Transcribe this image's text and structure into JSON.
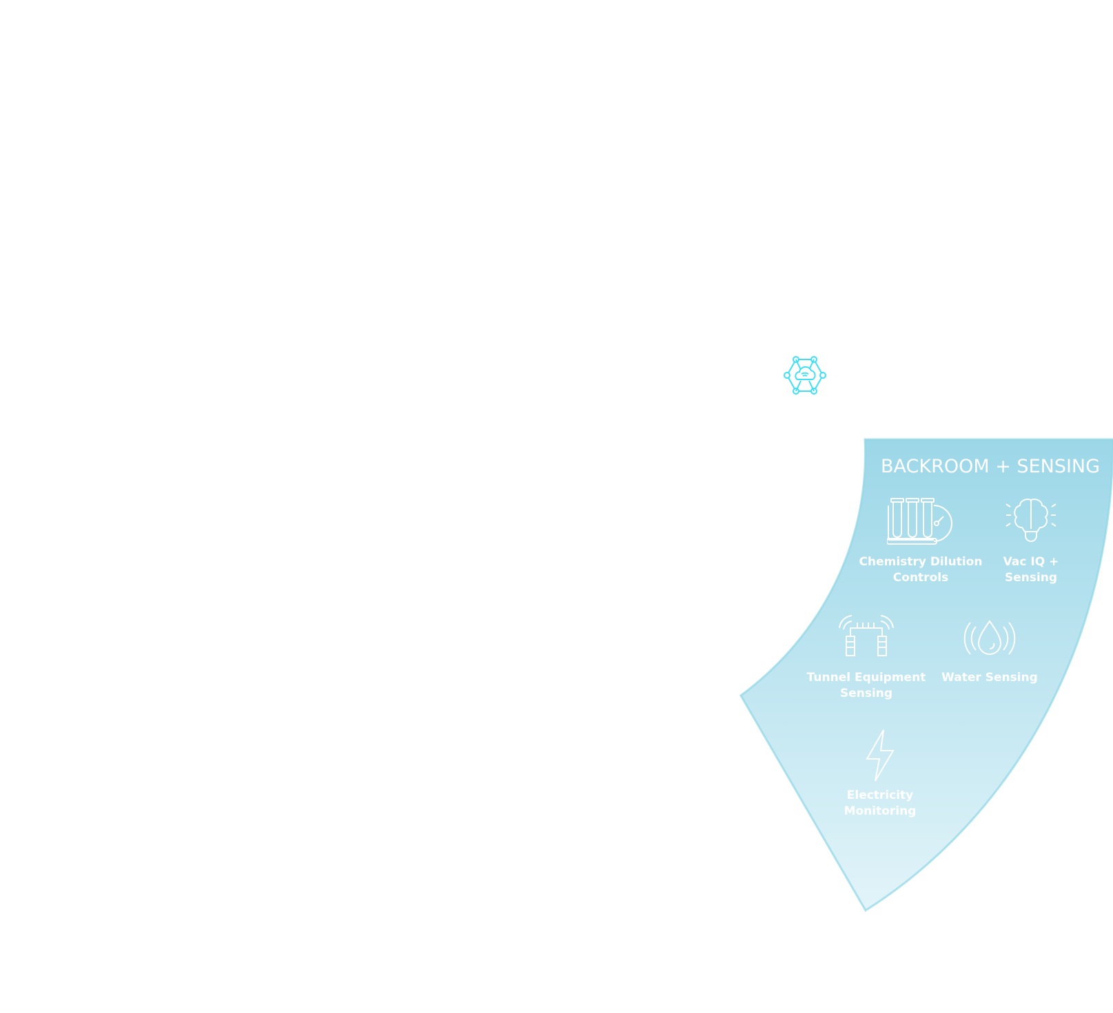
{
  "segment": {
    "title": "BACKROOM + SENSING",
    "colors": {
      "top": "#9cd7e8",
      "bottom": "#dff2f8",
      "border": "#74cde1",
      "hub_icon": "#3ee0f5"
    },
    "items": [
      {
        "label_line1": "Chemistry Dilution",
        "label_line2": "Controls",
        "icon": "test-tubes-gauge-icon"
      },
      {
        "label_line1": "Vac IQ +",
        "label_line2": "Sensing",
        "icon": "brain-bulb-icon"
      },
      {
        "label_line1": "Tunnel Equipment",
        "label_line2": "Sensing",
        "icon": "tunnel-brushes-icon"
      },
      {
        "label_line1": "Water Sensing",
        "label_line2": "",
        "icon": "water-drop-signal-icon"
      },
      {
        "label_line1": "Electricity",
        "label_line2": "Monitoring",
        "icon": "lightning-icon"
      }
    ]
  },
  "hub": {
    "icon": "cloud-network-icon"
  }
}
